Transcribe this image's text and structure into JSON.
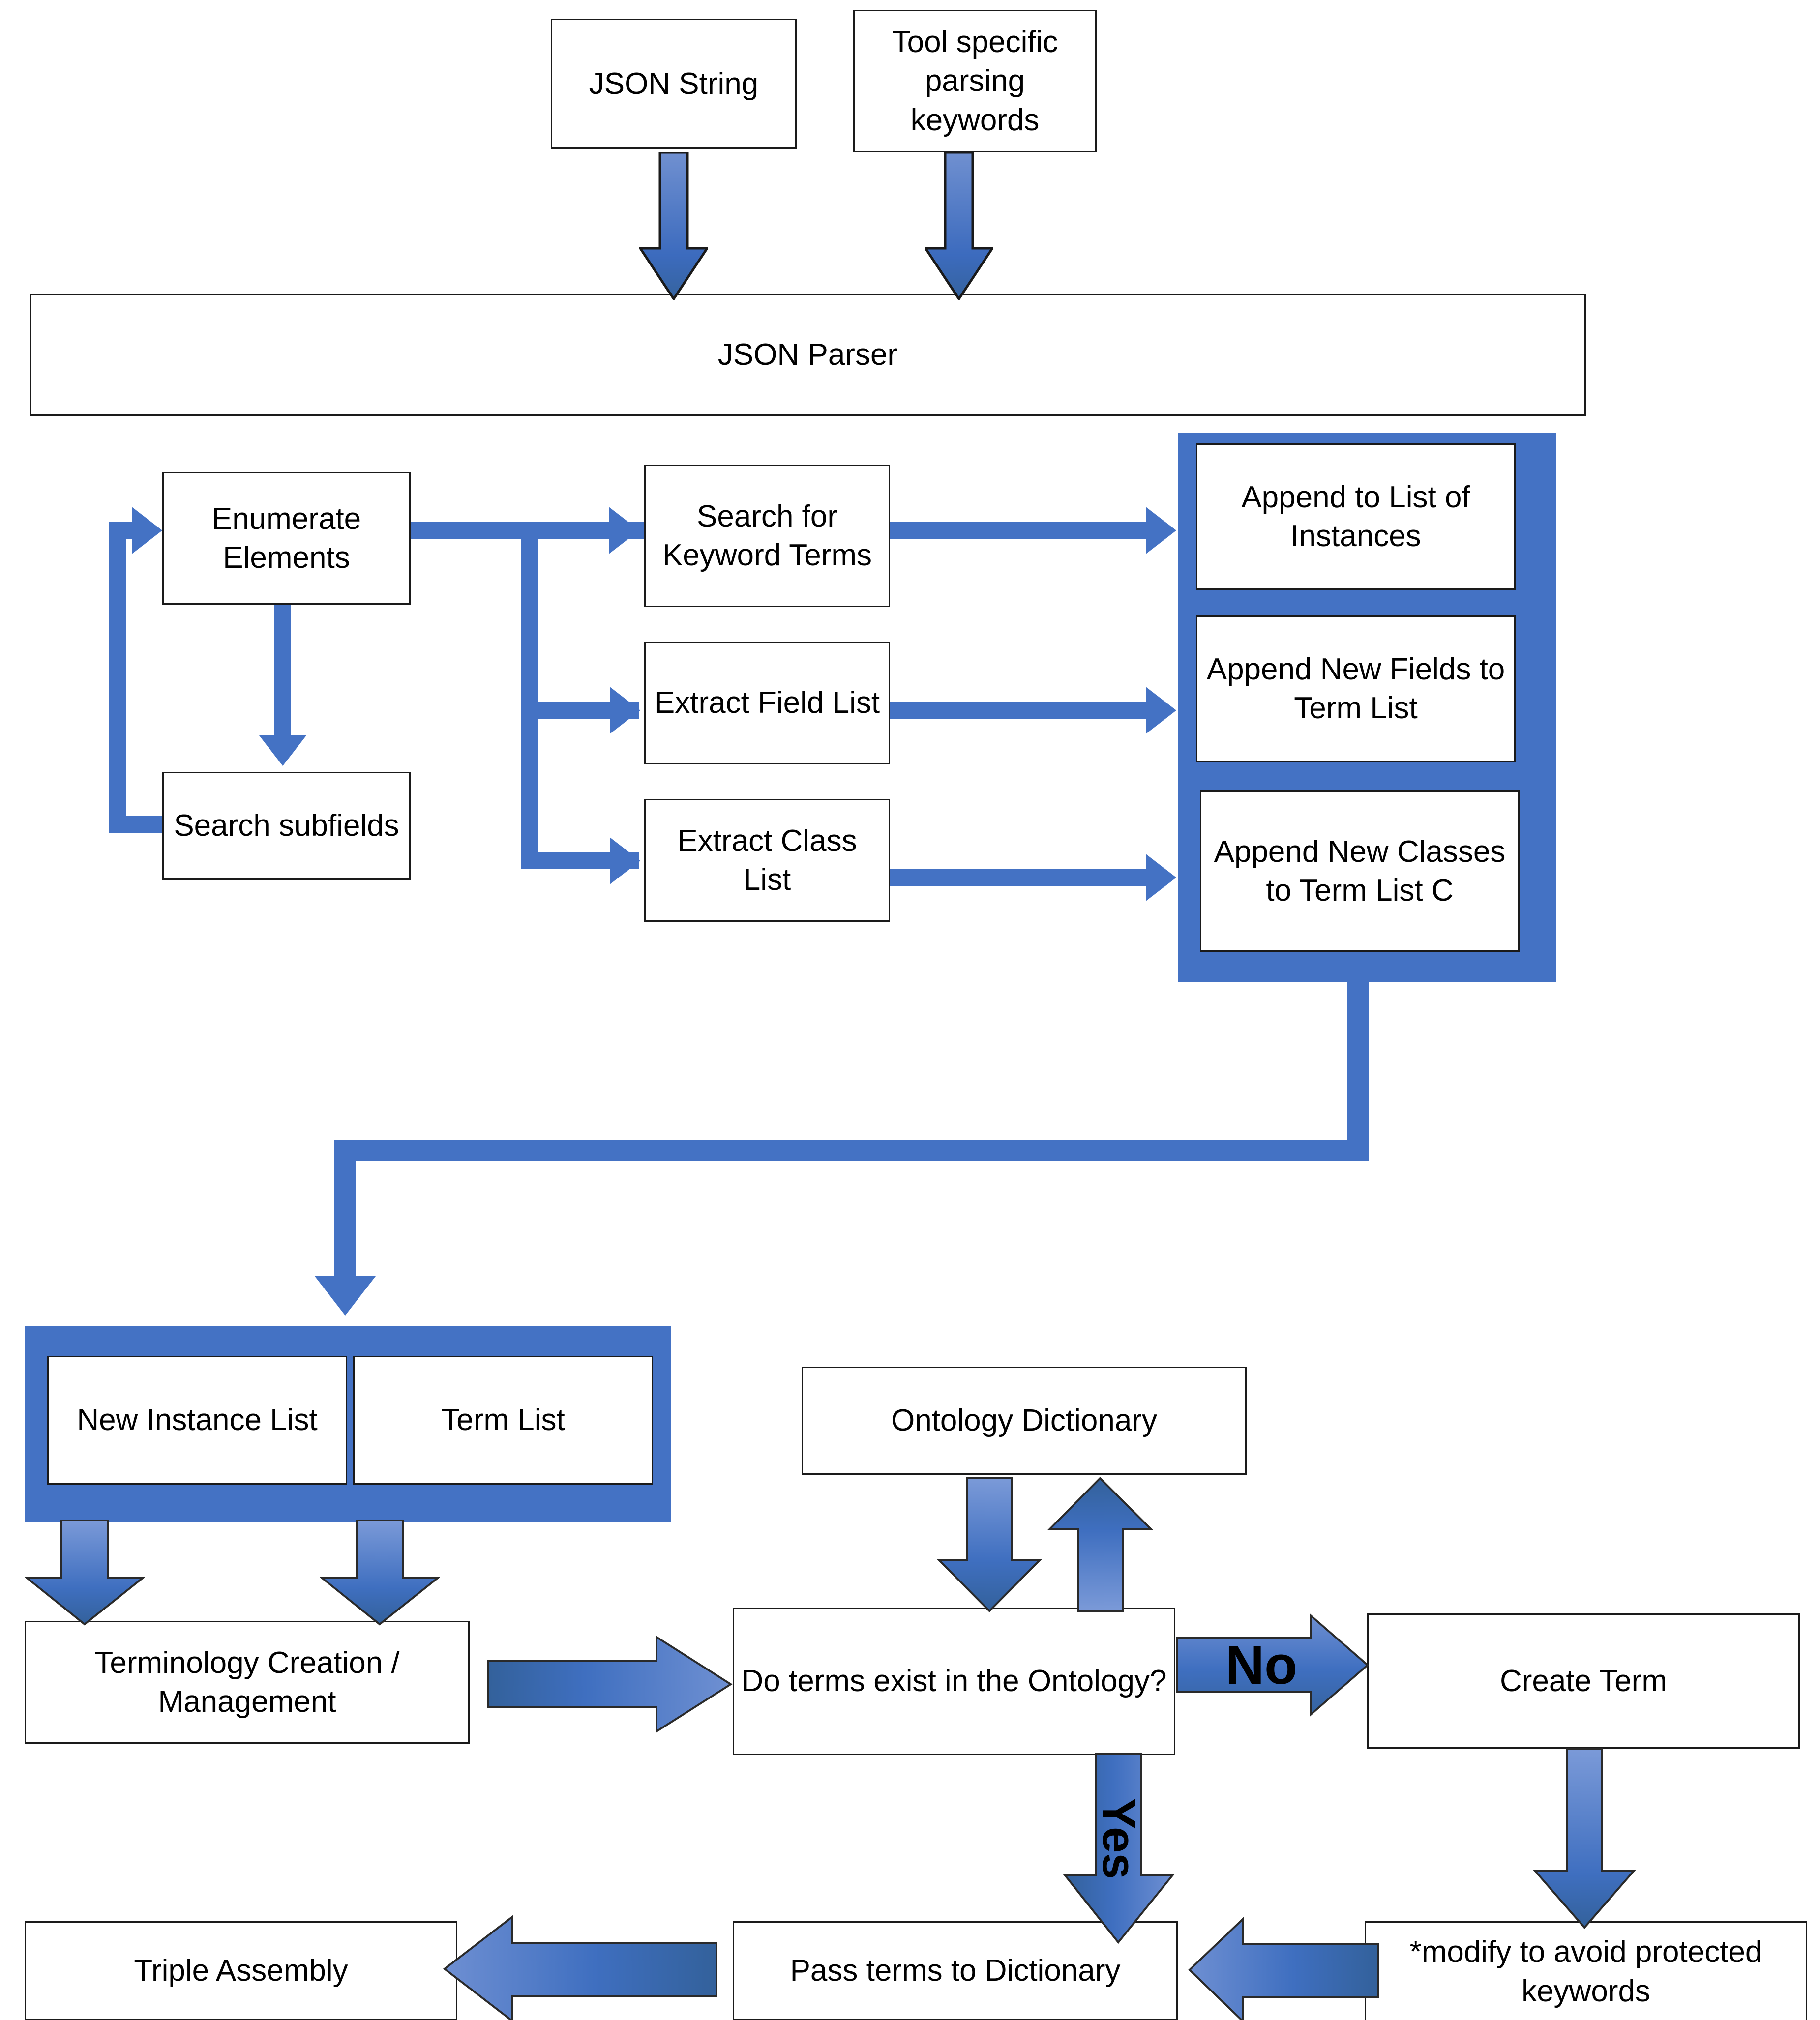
{
  "diagram": {
    "title": "JSON Parsing and Ontology Term Creation Flowchart",
    "accent_color": "#4472C4",
    "arrow_outline_color": "#1a1a1a",
    "node_border_color": "#1a1a1a",
    "background": "#ffffff"
  },
  "nodes": {
    "json_string": "JSON String",
    "tool_keywords": "Tool specific parsing keywords",
    "json_parser": "JSON Parser",
    "enumerate_elements": "Enumerate Elements",
    "search_subfields": "Search subfields",
    "search_keyword_terms": "Search for Keyword Terms",
    "extract_field_list": "Extract Field List",
    "extract_class_list": "Extract Class List",
    "append_instances": "Append to List of Instances",
    "append_new_fields": "Append New Fields to Term List",
    "append_new_classes": "Append New Classes to Term List C",
    "new_instance_list": "New Instance List",
    "term_list": "Term List",
    "terminology_creation": "Terminology Creation / Management",
    "ontology_dictionary": "Ontology Dictionary",
    "do_terms_exist": "Do terms exist in the Ontology?",
    "create_term": "Create Term",
    "modify_protected": "*modify to avoid protected keywords",
    "pass_terms": "Pass terms to Dictionary",
    "triple_assembly": "Triple Assembly"
  },
  "edge_labels": {
    "no": "No",
    "yes": "Yes"
  }
}
